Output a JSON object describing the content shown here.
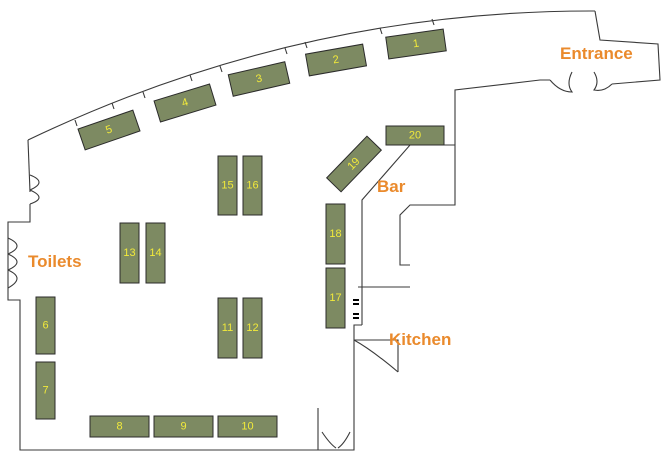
{
  "areas": {
    "entrance": "Entrance",
    "toilets": "Toilets",
    "bar": "Bar",
    "kitchen": "Kitchen"
  },
  "tables": {
    "t1": "1",
    "t2": "2",
    "t3": "3",
    "t4": "4",
    "t5": "5",
    "t6": "6",
    "t7": "7",
    "t8": "8",
    "t9": "9",
    "t10": "10",
    "t11": "11",
    "t12": "12",
    "t13": "13",
    "t14": "14",
    "t15": "15",
    "t16": "16",
    "t17": "17",
    "t18": "18",
    "t19": "19",
    "t20": "20"
  },
  "colors": {
    "table_fill": "#7d8a62",
    "table_number": "#f2ea3a",
    "area_label": "#ea8a2c",
    "walls": "#3a3a3a"
  }
}
